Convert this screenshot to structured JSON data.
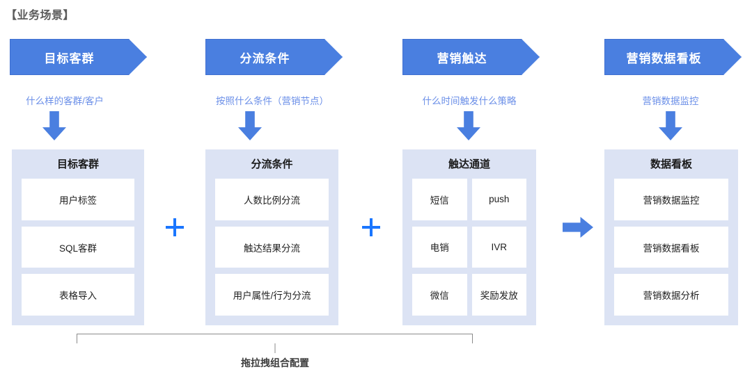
{
  "page": {
    "title": "【业务场景】",
    "accent_blue": "#4a7fe0",
    "caption_blue": "#6b8fe8",
    "panel_bg": "#dce3f4",
    "plus_blue": "#1a76ff"
  },
  "stages": [
    {
      "banner_label": "目标客群",
      "caption": "什么样的客群/客户",
      "panel_title": "目标客群",
      "layout": "single",
      "cards": [
        "用户标签",
        "SQL客群",
        "表格导入"
      ]
    },
    {
      "banner_label": "分流条件",
      "caption": "按照什么条件（营销节点）",
      "panel_title": "分流条件",
      "layout": "single",
      "cards": [
        "人数比例分流",
        "触达结果分流",
        "用户属性/行为分流"
      ]
    },
    {
      "banner_label": "营销触达",
      "caption": "什么时间触发什么策略",
      "panel_title": "触达通道",
      "layout": "grid",
      "cards": [
        "短信",
        "push",
        "电销",
        "IVR",
        "微信",
        "奖励发放"
      ]
    },
    {
      "banner_label": "营销数据看板",
      "caption": "营销数据监控",
      "panel_title": "数据看板",
      "layout": "single",
      "cards": [
        "营销数据监控",
        "营销数据看板",
        "营销数据分析"
      ]
    }
  ],
  "connectors": {
    "plus_1": "+",
    "plus_2": "+",
    "arrow_right": "→"
  },
  "bracket": {
    "label": "拖拉拽组合配置"
  }
}
